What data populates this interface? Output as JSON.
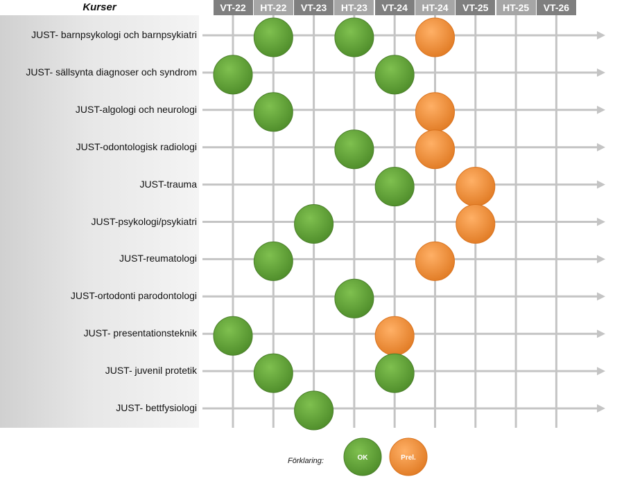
{
  "header": {
    "courses_heading": "Kurser"
  },
  "terms": [
    "VT-22",
    "HT-22",
    "VT-23",
    "HT-23",
    "VT-24",
    "HT-24",
    "VT-25",
    "HT-25",
    "VT-26"
  ],
  "courses": [
    {
      "name": "JUST- barnpsykologi och barnpsykiatri",
      "ok": [
        "HT-22",
        "HT-23"
      ],
      "prel": [
        "HT-24"
      ]
    },
    {
      "name": "JUST- sällsynta diagnoser och syndrom",
      "ok": [
        "VT-22",
        "VT-24"
      ],
      "prel": []
    },
    {
      "name": "JUST-algologi och neurologi",
      "ok": [
        "HT-22"
      ],
      "prel": [
        "HT-24"
      ]
    },
    {
      "name": "JUST-odontologisk radiologi",
      "ok": [
        "HT-23"
      ],
      "prel": [
        "HT-24"
      ]
    },
    {
      "name": "JUST-trauma",
      "ok": [
        "VT-24"
      ],
      "prel": [
        "VT-25"
      ]
    },
    {
      "name": "JUST-psykologi/psykiatri",
      "ok": [
        "VT-23"
      ],
      "prel": [
        "VT-25"
      ]
    },
    {
      "name": "JUST-reumatologi",
      "ok": [
        "HT-22"
      ],
      "prel": [
        "HT-24"
      ]
    },
    {
      "name": "JUST-ortodonti parodontologi",
      "ok": [
        "HT-23"
      ],
      "prel": []
    },
    {
      "name": "JUST- presentationsteknik",
      "ok": [
        "VT-22"
      ],
      "prel": [
        "VT-24"
      ]
    },
    {
      "name": "JUST- juvenil protetik",
      "ok": [
        "HT-22",
        "VT-24"
      ],
      "prel": []
    },
    {
      "name": "JUST- bettfysiologi",
      "ok": [
        "VT-23"
      ],
      "prel": []
    }
  ],
  "legend": {
    "label": "Förklaring:",
    "ok": "OK",
    "prel": "Prel."
  },
  "colors": {
    "ok": "#6aaa3c",
    "prel": "#f79646",
    "header_dark": "#7f7f7f",
    "header_light": "#a6a6a6",
    "grid": "#c4c4c4"
  }
}
